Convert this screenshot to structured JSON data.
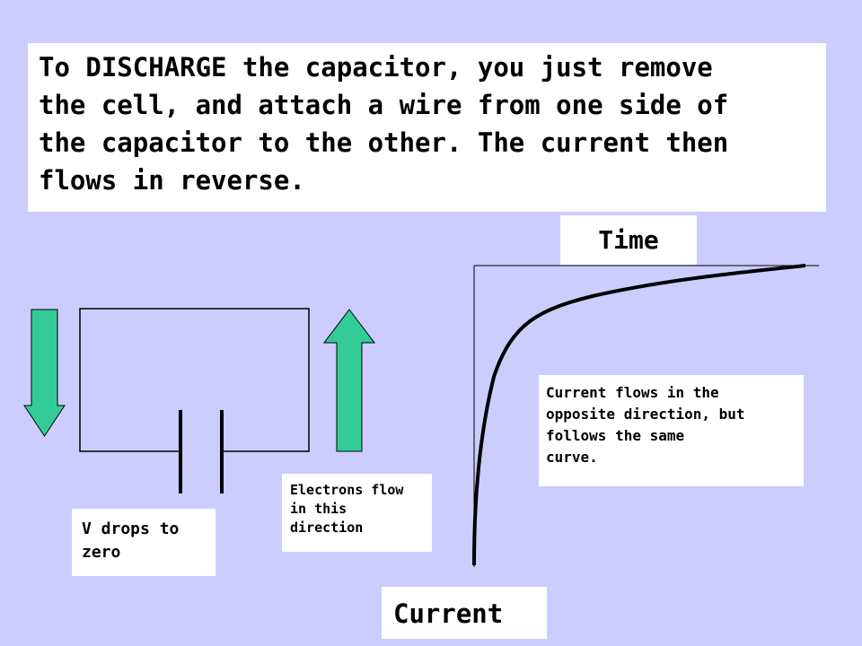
{
  "title_text": "To DISCHARGE the capacitor, you just remove\nthe cell, and attach a wire from one side of\nthe capacitor to the other. The current then\nflows in reverse.",
  "graph": {
    "x_axis_label": "Time",
    "y_axis_label": "Current"
  },
  "labels": {
    "voltage_note": "V drops to\nzero",
    "electron_note": "Electrons flow\nin this\ndirection",
    "curve_note": "Current flows in the\nopposite direction, but\nfollows the same\ncurve."
  },
  "colors": {
    "background": "#ccccff",
    "arrow_fill": "#33cc99",
    "line": "#000000"
  }
}
